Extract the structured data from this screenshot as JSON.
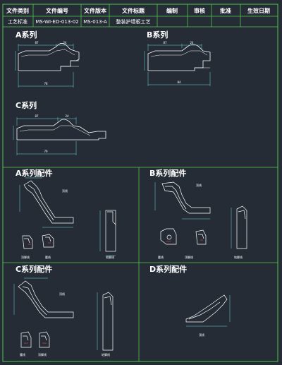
{
  "colors": {
    "background": "#262c36",
    "frame": "#4fc94a",
    "profile": "#ffffff",
    "dimension": "#67d9dc",
    "accent": "#ff4444"
  },
  "header": {
    "columns": [
      "文件类别",
      "文件编号",
      "文件版本",
      "文件标题",
      "编制",
      "审核",
      "批准",
      "生效日期"
    ],
    "values": [
      "工艺标准",
      "MS-WI-ED-013-02",
      "MS-013-A",
      "整装护墙板工艺",
      "",
      "",
      "",
      ""
    ]
  },
  "sections": {
    "a_series": {
      "title": "A系列",
      "dims": [
        "87",
        "24",
        "78"
      ]
    },
    "b_series": {
      "title": "B系列",
      "dims": [
        "87",
        "24",
        "84"
      ]
    },
    "c_series": {
      "title": "C系列",
      "dims": [
        "87",
        "24",
        "79"
      ]
    },
    "a_parts": {
      "title": "A系列配件",
      "labels": [
        "顶线",
        "腰线",
        "顶脚线",
        "地脚线"
      ]
    },
    "b_parts": {
      "title": "B系列配件",
      "labels": [
        "顶线",
        "腰线",
        "顶脚线",
        "地脚线"
      ]
    },
    "c_parts": {
      "title": "C系列配件",
      "labels": [
        "顶线",
        "腰线",
        "顶脚线",
        "地脚线"
      ]
    },
    "d_parts": {
      "title": "D系列配件",
      "labels": [
        "顶线"
      ]
    }
  }
}
